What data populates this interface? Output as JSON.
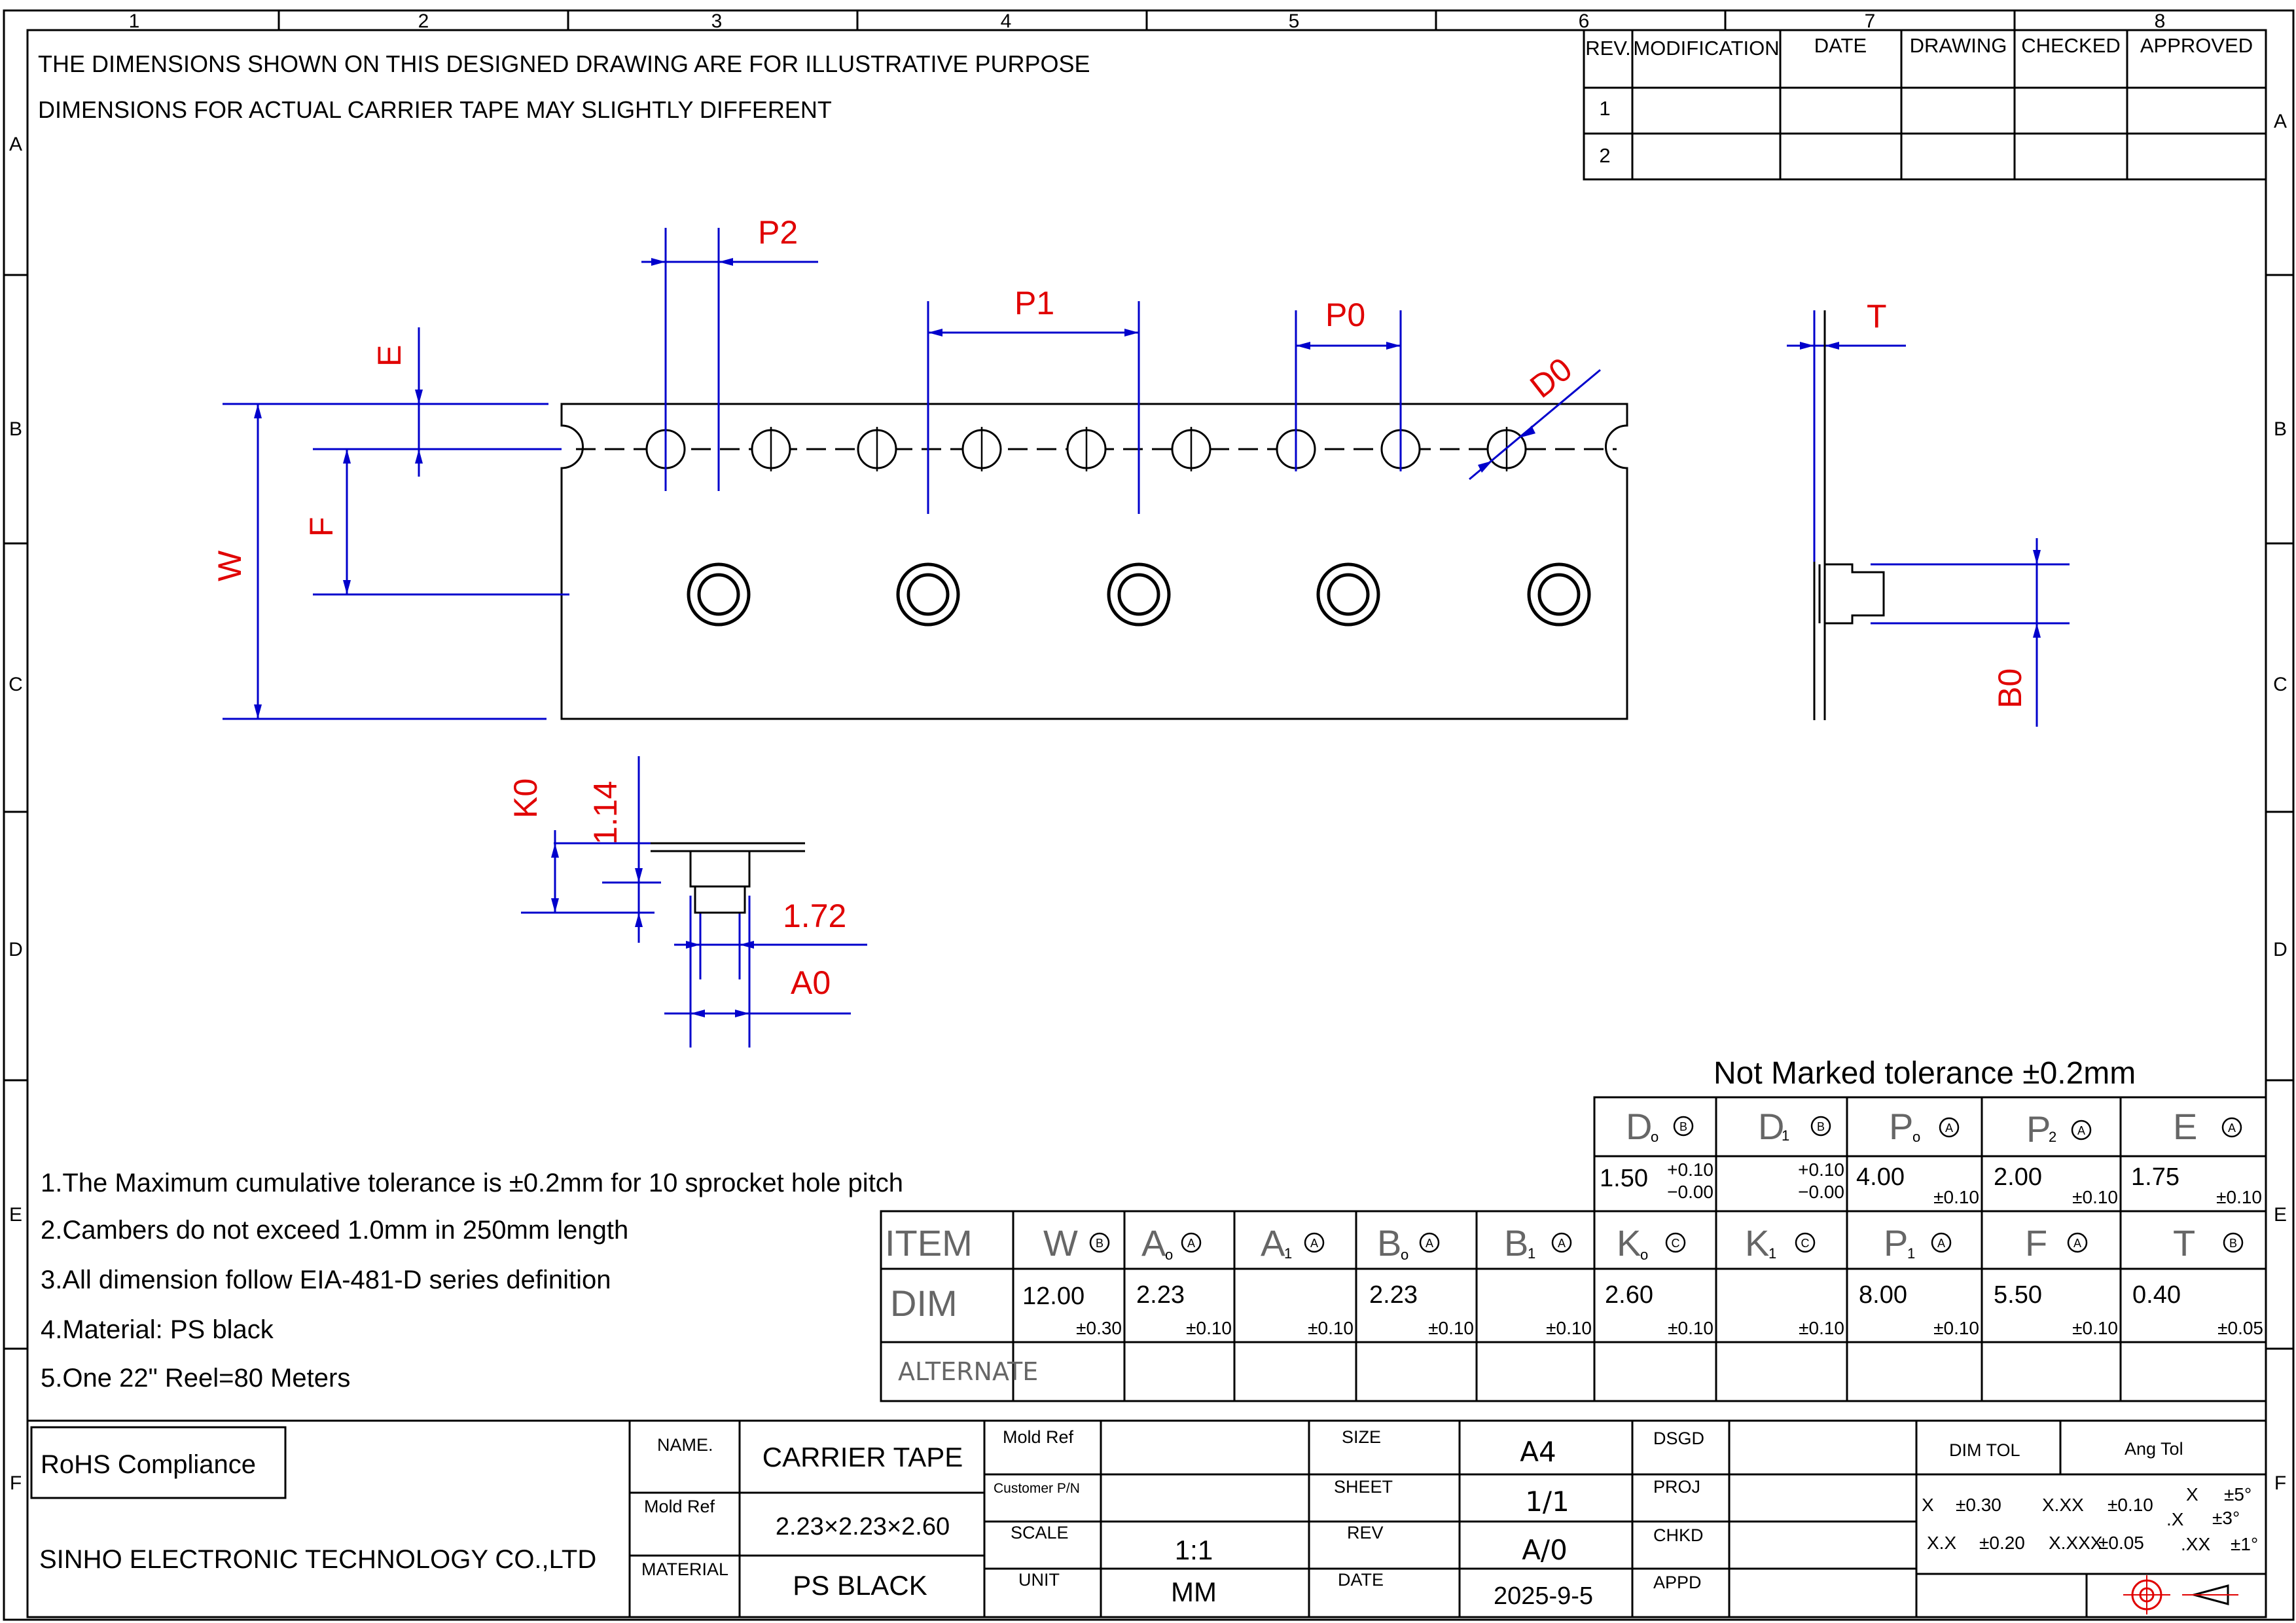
{
  "frame": {
    "col_labels": [
      "1",
      "2",
      "3",
      "4",
      "5",
      "6",
      "7",
      "8"
    ],
    "row_labels": [
      "A",
      "B",
      "C",
      "D",
      "E",
      "F"
    ]
  },
  "notes_top": [
    "THE DIMENSIONS SHOWN ON THIS DESIGNED DRAWING ARE FOR ILLUSTRATIVE PURPOSE",
    "DIMENSIONS FOR ACTUAL CARRIER TAPE MAY SLIGHTLY DIFFERENT"
  ],
  "revision_table": {
    "headers": [
      "REV.",
      "MODIFICATION",
      "DATE",
      "DRAWING",
      "CHECKED",
      "APPROVED"
    ],
    "rows": [
      [
        "1",
        "",
        "",
        "",
        "",
        ""
      ],
      [
        "2",
        "",
        "",
        "",
        "",
        ""
      ]
    ]
  },
  "dimension_labels": {
    "p2": "P2",
    "p1": "P1",
    "p0": "P0",
    "d0": "D0",
    "t": "T",
    "e": "E",
    "f": "F",
    "w": "W",
    "b0": "B0",
    "k0": "K0",
    "v114": "1.14",
    "v172": "1.72",
    "a0": "A0"
  },
  "tolerance_note": "Not Marked tolerance ±0.2mm",
  "upper_spec": {
    "headers": [
      {
        "main": "D",
        "sub": "o",
        "circle": "B"
      },
      {
        "main": "D",
        "sub": "1",
        "circle": "B"
      },
      {
        "main": "P",
        "sub": "o",
        "circle": "A"
      },
      {
        "main": "P",
        "sub": "2",
        "circle": "A"
      },
      {
        "main": "E",
        "sub": "",
        "circle": "A"
      }
    ],
    "values": [
      {
        "val": "1.50",
        "tol_plus": "+0.10",
        "tol_minus": "−0.00",
        "tol": ""
      },
      {
        "val": "",
        "tol_plus": "+0.10",
        "tol_minus": "−0.00",
        "tol": ""
      },
      {
        "val": "4.00",
        "tol_plus": "",
        "tol_minus": "",
        "tol": "±0.10"
      },
      {
        "val": "2.00",
        "tol_plus": "",
        "tol_minus": "",
        "tol": "±0.10"
      },
      {
        "val": "1.75",
        "tol_plus": "",
        "tol_minus": "",
        "tol": "±0.10"
      }
    ]
  },
  "notes_list": [
    "1.The Maximum cumulative tolerance is ±0.2mm for 10 sprocket hole pitch",
    "2.Cambers do not exceed 1.0mm in 250mm length",
    "3.All dimension follow EIA-481-D series definition",
    "4.Material: PS black",
    "5.One 22\" Reel=80 Meters"
  ],
  "main_spec": {
    "row_labels": [
      "ITEM",
      "DIM",
      "ALTERNATE"
    ],
    "headers": [
      {
        "main": "W",
        "sub": "",
        "circle": "B"
      },
      {
        "main": "A",
        "sub": "o",
        "circle": "A"
      },
      {
        "main": "A",
        "sub": "1",
        "circle": "A"
      },
      {
        "main": "B",
        "sub": "o",
        "circle": "A"
      },
      {
        "main": "B",
        "sub": "1",
        "circle": "A"
      },
      {
        "main": "K",
        "sub": "o",
        "circle": "C"
      },
      {
        "main": "K",
        "sub": "1",
        "circle": "C"
      },
      {
        "main": "P",
        "sub": "1",
        "circle": "A"
      },
      {
        "main": "F",
        "sub": "",
        "circle": "A"
      },
      {
        "main": "T",
        "sub": "",
        "circle": "B"
      }
    ],
    "values": [
      {
        "val": "12.00",
        "tol": "±0.30"
      },
      {
        "val": "2.23",
        "tol": "±0.10"
      },
      {
        "val": "",
        "tol": "±0.10"
      },
      {
        "val": "2.23",
        "tol": "±0.10"
      },
      {
        "val": "",
        "tol": "±0.10"
      },
      {
        "val": "2.60",
        "tol": "±0.10"
      },
      {
        "val": "",
        "tol": "±0.10"
      },
      {
        "val": "8.00",
        "tol": "±0.10"
      },
      {
        "val": "5.50",
        "tol": "±0.10"
      },
      {
        "val": "0.40",
        "tol": "±0.05"
      }
    ]
  },
  "title_block": {
    "rohs": "RoHS Compliance",
    "company": "SINHO ELECTRONIC TECHNOLOGY CO.,LTD",
    "name_label": "NAME.",
    "name_value": "CARRIER TAPE",
    "moldref_label": "Mold Ref",
    "moldref_value": "2.23×2.23×2.60",
    "material_label": "MATERIAL",
    "material_value": "PS BLACK",
    "mold_ref2_label": "Mold Ref",
    "customer_pn_label": "Customer P/N",
    "scale_label": "SCALE",
    "scale_value": "1:1",
    "unit_label": "UNIT",
    "unit_value": "MM",
    "size_label": "SIZE",
    "size_value": "A4",
    "sheet_label": "SHEET",
    "sheet_value": "1/1",
    "rev_label": "REV",
    "rev_value": "A/0",
    "date_label": "DATE",
    "date_value": "2025-9-5",
    "dsgd_label": "DSGD",
    "proj_label": "PROJ",
    "chkd_label": "CHKD",
    "appd_label": "APPD",
    "dimtol_label": "DIM TOL",
    "angtol_label": "Ang Tol",
    "tol_x": "X",
    "tol_x_val": "±0.30",
    "tol_xxx": "X.XX",
    "tol_xxx_val": "±0.10",
    "tol_xx": "X.X",
    "tol_xx_val": "±0.20",
    "tol_xxxx": "X.XXX",
    "tol_xxxx_val": "±0.05",
    "ang_x": "X",
    "ang_x_val": "±5°",
    "ang_dx": ".X",
    "ang_dx_val": "±3°",
    "ang_dxx": ".XX",
    "ang_dxx_val": "±1°"
  },
  "colors": {
    "dimension_line": "#0000cc",
    "dimension_text": "#e00000",
    "outline": "#000000"
  }
}
